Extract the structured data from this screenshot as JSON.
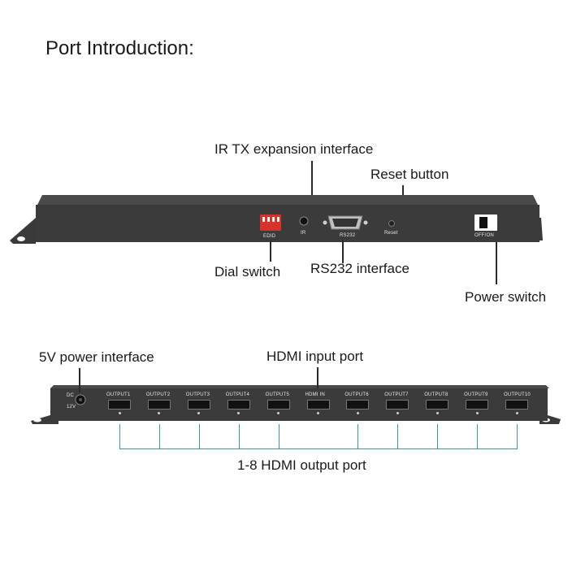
{
  "title": "Port Introduction:",
  "device1": {
    "callouts": {
      "ir_tx": "IR TX expansion interface",
      "reset": "Reset button",
      "dial": "Dial switch",
      "rs232": "RS232 interface",
      "power_switch": "Power switch"
    },
    "panel_labels": {
      "edid": "EDID",
      "ir": "IR",
      "rs232": "RS232",
      "reset": "Reset",
      "offon": "OFF/ON"
    }
  },
  "device2": {
    "callouts": {
      "power": "5V power interface",
      "hdmi_in": "HDMI input port",
      "outputs": "1-8 HDMI output port"
    },
    "dc_label": "DC",
    "dc_voltage": "12V",
    "ports": [
      {
        "label": "OUTPUT1"
      },
      {
        "label": "OUTPUT2"
      },
      {
        "label": "OUTPUT3"
      },
      {
        "label": "OUTPUT4"
      },
      {
        "label": "OUTPUT5"
      },
      {
        "label": "HDMI IN"
      },
      {
        "label": "OUTPUT6"
      },
      {
        "label": "OUTPUT7"
      },
      {
        "label": "OUTPUT8"
      },
      {
        "label": "OUTPUT9"
      },
      {
        "label": "OUTPUT10"
      }
    ]
  },
  "colors": {
    "chassis": "#3b3b3b",
    "leader": "#2a2a2a",
    "bracket": "#3a9c8f"
  }
}
